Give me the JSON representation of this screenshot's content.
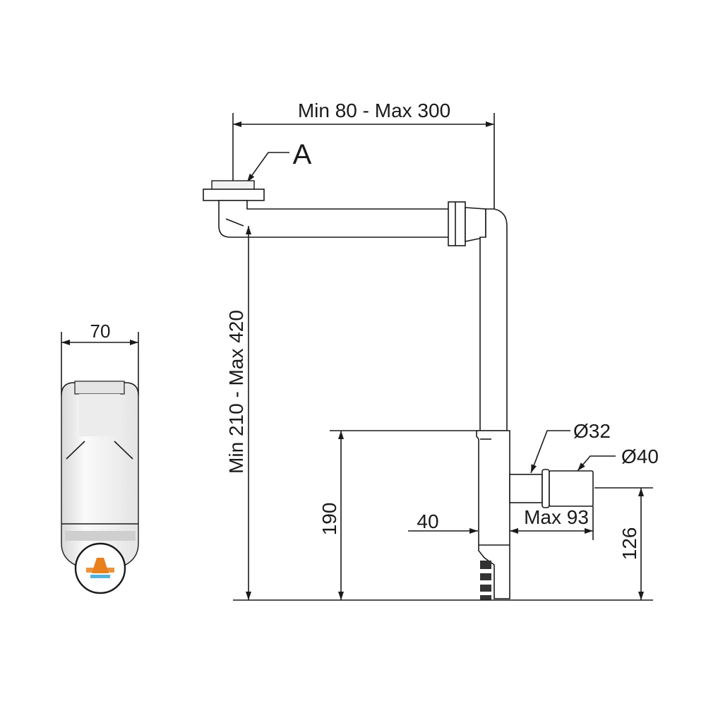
{
  "dimensions": {
    "top_width": "Min 80 - Max 300",
    "label_a": "A",
    "height_total": "Min 210 - Max 420",
    "side_width": "70",
    "height_190": "190",
    "offset_40": "40",
    "max_93": "Max 93",
    "diameter_32": "Ø32",
    "diameter_40": "Ø40",
    "height_126": "126"
  },
  "colors": {
    "line": "#1a1a1a",
    "logo_orange": "#e8801e",
    "logo_blue": "#2a9fd6"
  }
}
